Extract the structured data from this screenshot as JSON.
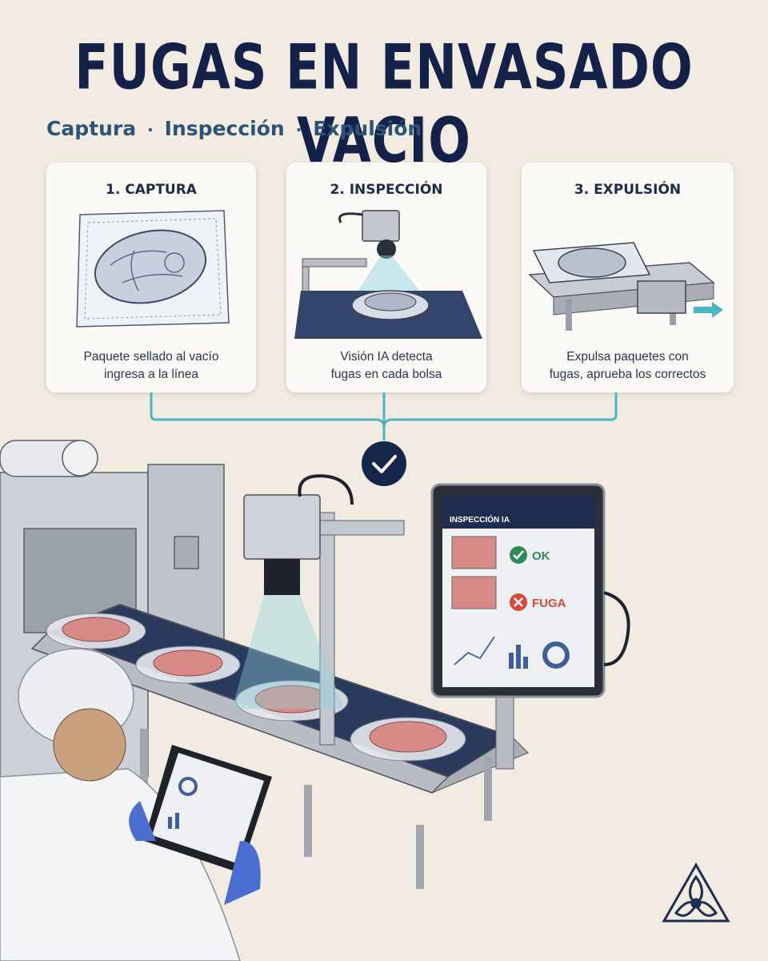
{
  "header": {
    "title": "FUGAS EN ENVASADO VACIO",
    "subtitle": [
      "Captura",
      "Inspección",
      "Expulsión"
    ]
  },
  "steps": [
    {
      "title": "1. CAPTURA",
      "desc": "Paquete sellado al vacío\ningresa a la línea",
      "icon": "sealed-package-icon"
    },
    {
      "title": "2. INSPECCIÓN",
      "desc": "Visión IA detecta\nfugas en cada bolsa",
      "icon": "camera-inspection-icon"
    },
    {
      "title": "3. EXPULSIÓN",
      "desc": "Expulsa paquetes con\nfugas, aprueba los correctos",
      "icon": "ejector-icon"
    }
  ],
  "monitor": {
    "title": "INSPECCIÓN IA",
    "results": [
      {
        "label": "OK",
        "status": "ok"
      },
      {
        "label": "FUGA",
        "status": "leak"
      }
    ]
  },
  "colors": {
    "background": "#f1ebe2",
    "title": "#14224a",
    "connector": "#4fb3c0",
    "ok": "#2e8a57",
    "leak": "#d9463b",
    "belt": "#2a3a5c"
  }
}
